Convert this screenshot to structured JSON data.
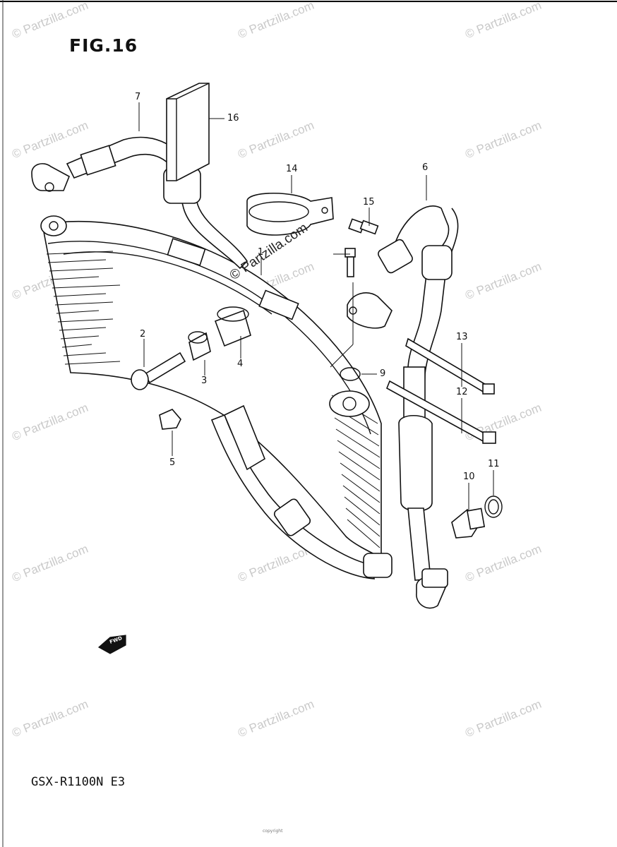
{
  "figure": {
    "title": "FIG.16",
    "model": "GSX-R1100N E3",
    "watermark": "© Partzilla.com",
    "center_watermark": "© Partzilla.com",
    "footer_fine_print": "copyright"
  },
  "callouts": [
    {
      "id": "1",
      "part": "oil-cooler"
    },
    {
      "id": "2",
      "part": "bolt"
    },
    {
      "id": "3",
      "part": "spacer"
    },
    {
      "id": "4",
      "part": "cushion"
    },
    {
      "id": "5",
      "part": "nut"
    },
    {
      "id": "6",
      "part": "oil-hose"
    },
    {
      "id": "7",
      "part": "oil-hose"
    },
    {
      "id": "9",
      "part": "o-ring"
    },
    {
      "id": "10",
      "part": "plug"
    },
    {
      "id": "11",
      "part": "gasket"
    },
    {
      "id": "12",
      "part": "clamp"
    },
    {
      "id": "13",
      "part": "clamp"
    },
    {
      "id": "14",
      "part": "bracket"
    },
    {
      "id": "15",
      "part": "bolt"
    },
    {
      "id": "16",
      "part": "plate"
    }
  ],
  "icons": {
    "fwd_arrow": "fwd-arrow-icon",
    "fwd_label": "FWD"
  }
}
